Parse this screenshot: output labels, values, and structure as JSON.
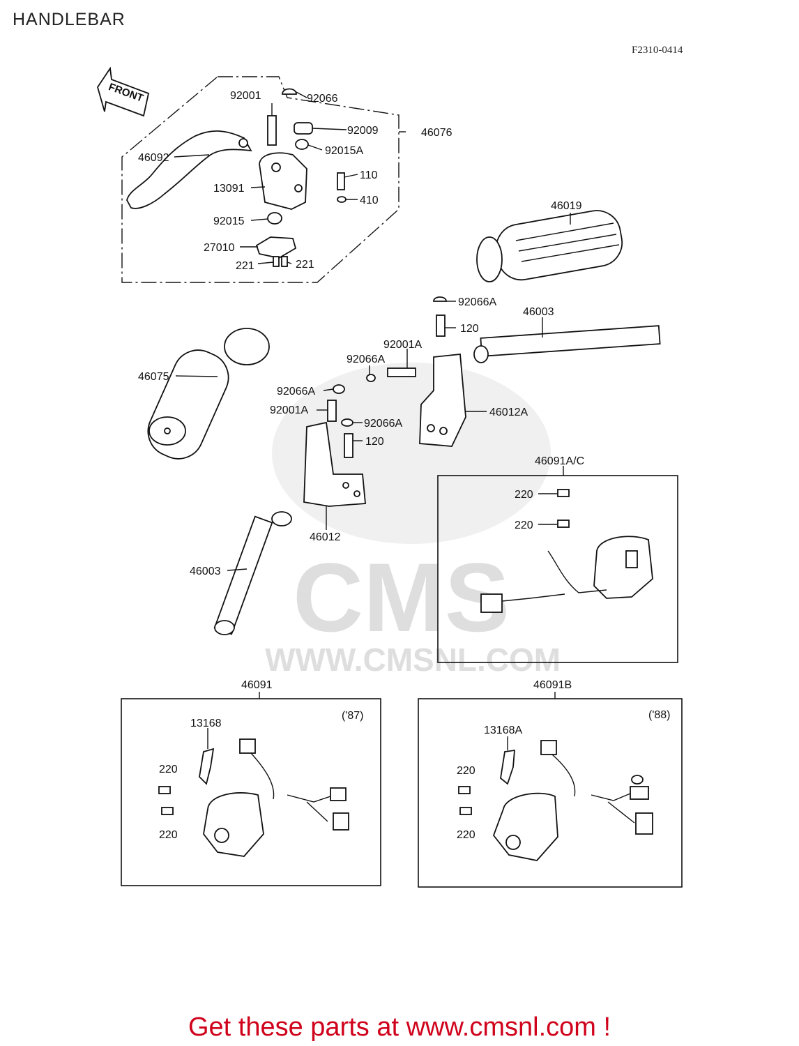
{
  "title": "HANDLEBAR",
  "figure_code": "F2310-0414",
  "watermark": {
    "brand": "CMS",
    "url": "WWW.CMSNL.COM"
  },
  "front_arrow_label": "FRONT",
  "labels": {
    "p92001": "92001",
    "p92066": "92066",
    "p92009": "92009",
    "p46076": "46076",
    "p92015A": "92015A",
    "p46092": "46092",
    "p110": "110",
    "p13091": "13091",
    "p410": "410",
    "p92015": "92015",
    "p27010": "27010",
    "p221a": "221",
    "p221b": "221",
    "p46019": "46019",
    "p92066A_1": "92066A",
    "p120_1": "120",
    "p46003_r": "46003",
    "p92001A_1": "92001A",
    "p92066A_2": "92066A",
    "p46075": "46075",
    "p92066A_3": "92066A",
    "p92001A_2": "92001A",
    "p92066A_4": "92066A",
    "p46012A": "46012A",
    "p120_2": "120",
    "p46091AC": "46091A/C",
    "p220_1": "220",
    "p220_2": "220",
    "p46012": "46012",
    "p46003_l": "46003",
    "p46091": "46091",
    "p46091B": "46091B",
    "year87": "('87)",
    "year88": "('88)",
    "p13168": "13168",
    "p13168A": "13168A",
    "p220_3": "220",
    "p220_4": "220",
    "p220_5": "220",
    "p220_6": "220"
  },
  "footer": "Get these parts at www.cmsnl.com !"
}
